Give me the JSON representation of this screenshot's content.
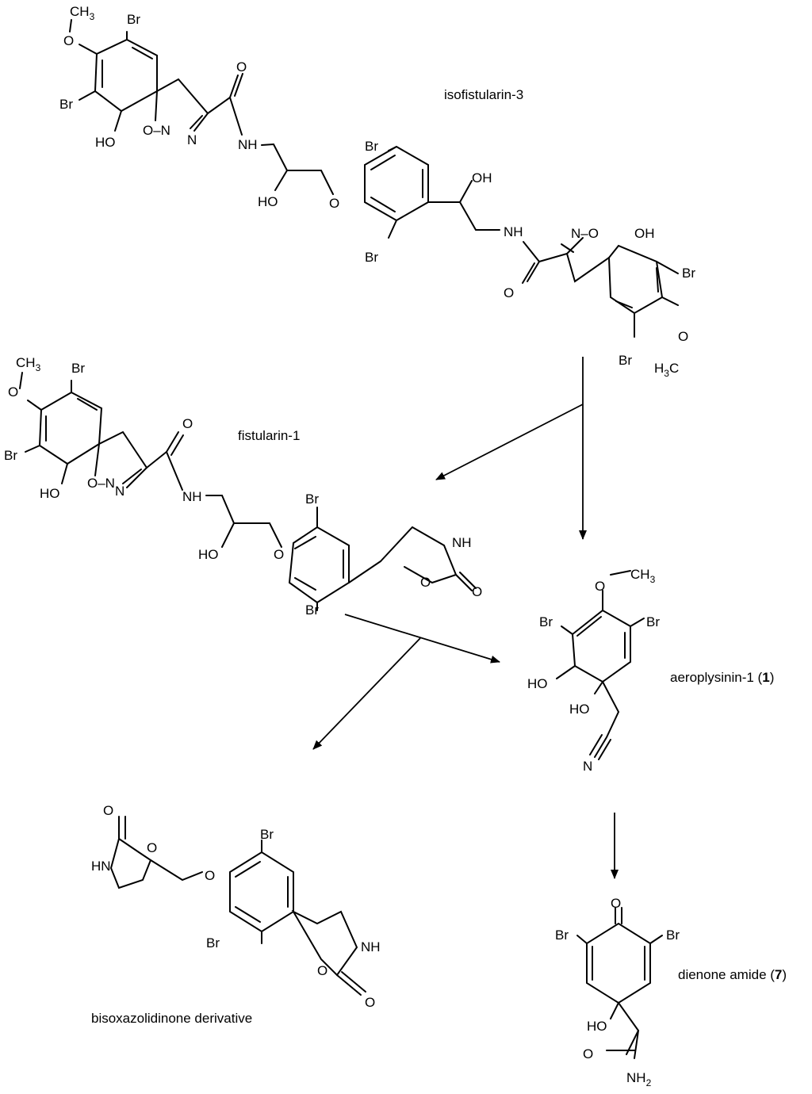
{
  "compounds": [
    {
      "id": "isofistularin",
      "name": "isofistularin-3"
    },
    {
      "id": "fistularin",
      "name": "fistularin-1"
    },
    {
      "id": "aeroplysinin",
      "name": "aeroplysinin-1 (",
      "number": "1",
      "suffix": ")"
    },
    {
      "id": "dienone",
      "name": "dienone amide (",
      "number": "7",
      "suffix": ")"
    },
    {
      "id": "bisoxazolidinone",
      "name": "bisoxazolidinone derivative"
    }
  ],
  "atoms": {
    "CH3": "CH",
    "sub3": "3",
    "H3C_H": "H",
    "H3C_C": "C",
    "O": "O",
    "Br": "Br",
    "HO": "HO",
    "OH": "OH",
    "ON": "O–N",
    "NO": "N–O",
    "N": "N",
    "NH": "NH",
    "HN": "HN",
    "NH2": "NH",
    "sub2": "2"
  },
  "colors": {
    "ink": "#000000",
    "background": "#ffffff"
  }
}
